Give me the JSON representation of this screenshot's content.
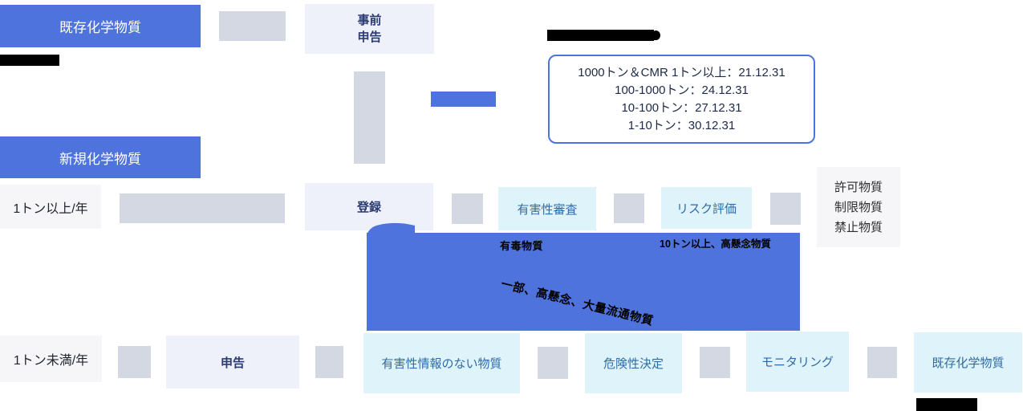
{
  "colors": {
    "accent_blue": "#4e73dc",
    "connector_gray": "#d3d8e2",
    "lavender_bg": "#eef1fa",
    "cyan_bg": "#dff3fb",
    "label_gray_bg": "#f6f6f8",
    "navy_text": "#2a3a72",
    "cyan_box_text": "#2e6ca8",
    "deadline_border": "#4a74e0",
    "deadline_text": "#1d2a47"
  },
  "top": {
    "existing_box_label": "既存化学物質",
    "pre_notification": {
      "line1": "事前",
      "line2": "申告"
    },
    "grace_lines": [
      "1000トン＆CMR 1トン以上：21.12.31",
      "100-1000トン：24.12.31",
      "10-100トン：27.12.31",
      "1-10トン：30.12.31"
    ]
  },
  "row_registration": {
    "qty_label": "1トン以上/年",
    "new_chemical_label": "新規化学物質",
    "registration_label": "登録",
    "hazard_review_label": "有害性審査",
    "risk_assessment_label": "リスク評価",
    "result_lines": [
      "許可物質",
      "制限物質",
      "禁止物質"
    ]
  },
  "banner": {
    "toxic_label": "有毒物質",
    "high_concern_label": "10トン以上、高懸念物質",
    "diagonal_label": "一部、高懸念、大量流通物質"
  },
  "row_declaration": {
    "qty_label": "1トン未満/年",
    "declaration_label": "申告",
    "no_hazard_info_label": "有害性情報のない物質",
    "hazard_determination_label": "危険性決定",
    "monitoring_label": "モニタリング",
    "existing_box_label": "既存化学物質"
  }
}
